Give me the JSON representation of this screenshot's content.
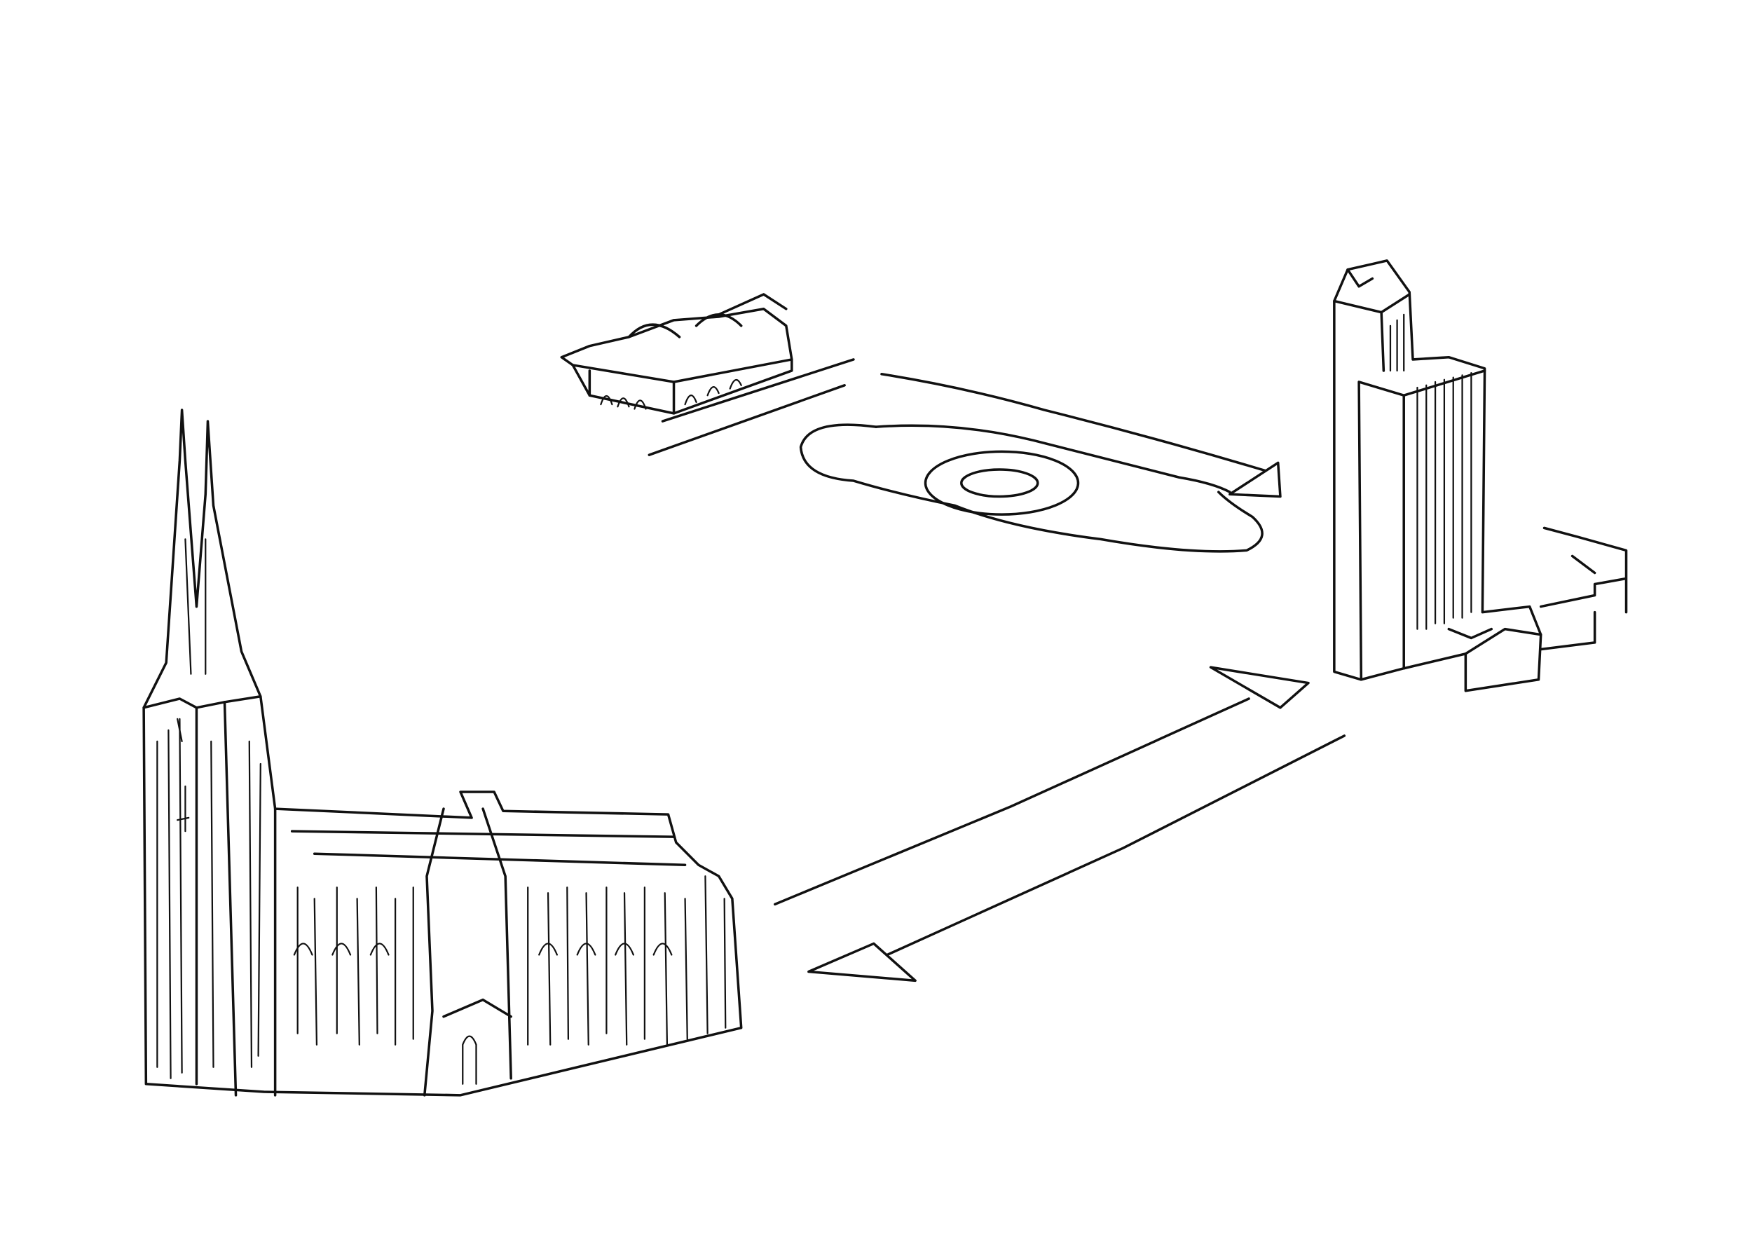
{
  "colors": {
    "ink": "#111111",
    "paper": "#ffffff"
  },
  "sketch": {
    "elements": [
      "cathedral",
      "station-building",
      "plaza",
      "high-rise-tower",
      "arrows"
    ]
  }
}
